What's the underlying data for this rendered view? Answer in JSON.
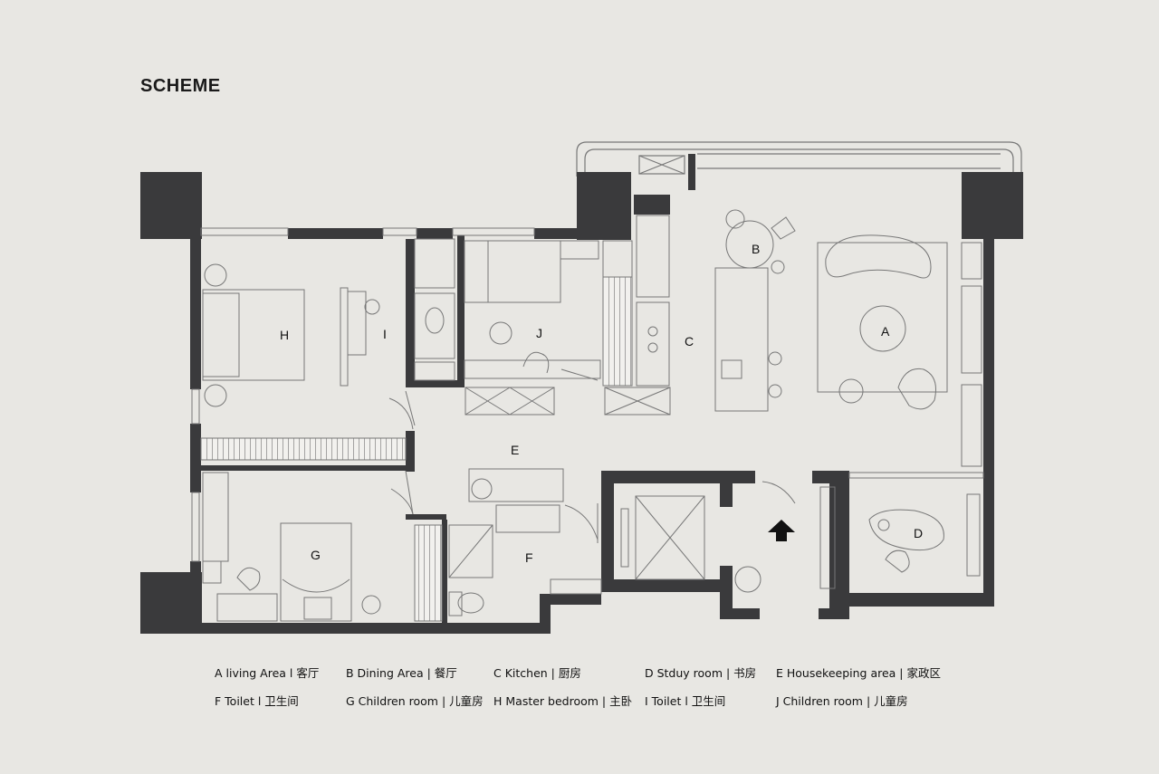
{
  "title": "SCHEME",
  "colors": {
    "background": "#e8e7e3",
    "wall": "#3a3a3c",
    "line": "#7a7a7a",
    "text": "#111111"
  },
  "rooms": [
    {
      "id": "A",
      "label": "A"
    },
    {
      "id": "B",
      "label": "B"
    },
    {
      "id": "C",
      "label": "C"
    },
    {
      "id": "D",
      "label": "D"
    },
    {
      "id": "E",
      "label": "E"
    },
    {
      "id": "F",
      "label": "F"
    },
    {
      "id": "G",
      "label": "G"
    },
    {
      "id": "H",
      "label": "H"
    },
    {
      "id": "I",
      "label": "I"
    },
    {
      "id": "J",
      "label": "J"
    }
  ],
  "legend": [
    "A living Area l 客厅",
    "B Dining Area | 餐厅",
    "C Kitchen | 厨房",
    "D Stduy room | 书房",
    "E Housekeeping area | 家政区",
    "F Toilet l 卫生间",
    "G Children room | 儿童房",
    "H Master bedroom | 主卧",
    "I Toilet l 卫生间",
    "J Children room | 儿童房"
  ],
  "entrance_icon": "entrance-arrow-icon"
}
